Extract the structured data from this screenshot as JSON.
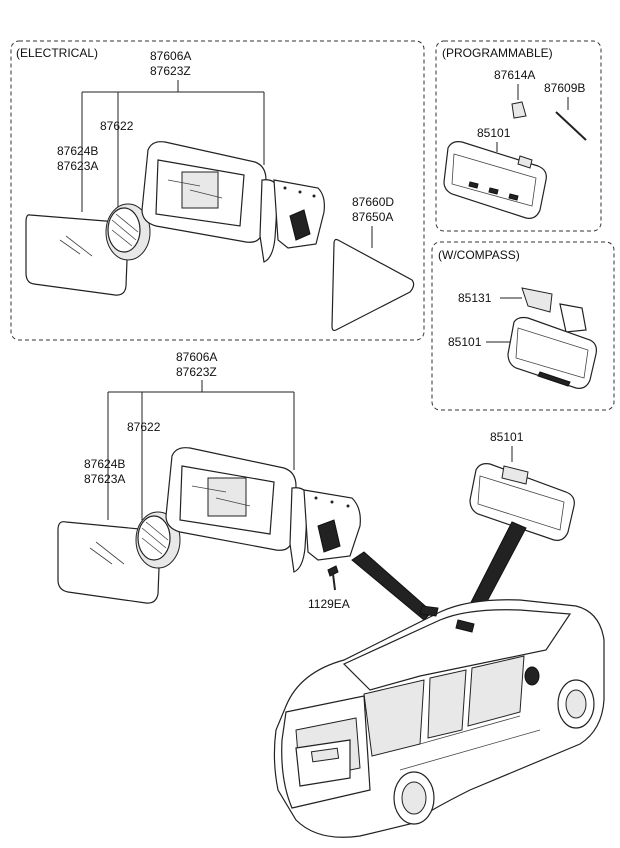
{
  "sections": {
    "electrical": "(ELECTRICAL)",
    "programmable": "(PROGRAMMABLE)",
    "compass": "(W/COMPASS)"
  },
  "electrical_labels": {
    "housing_a": "87606A",
    "housing_b": "87623Z",
    "actuator": "87622",
    "glass_a": "87624B",
    "glass_b": "87623A",
    "cover_a": "87660D",
    "cover_b": "87650A"
  },
  "programmable_labels": {
    "clip": "87614A",
    "wire": "87609B",
    "mirror": "85101"
  },
  "compass_labels": {
    "cover": "85131",
    "mirror": "85101"
  },
  "lower_labels": {
    "housing_a": "87606A",
    "housing_b": "87623Z",
    "actuator": "87622",
    "glass_a": "87624B",
    "glass_b": "87623A",
    "screw": "1129EA",
    "inside_mirror": "85101"
  }
}
